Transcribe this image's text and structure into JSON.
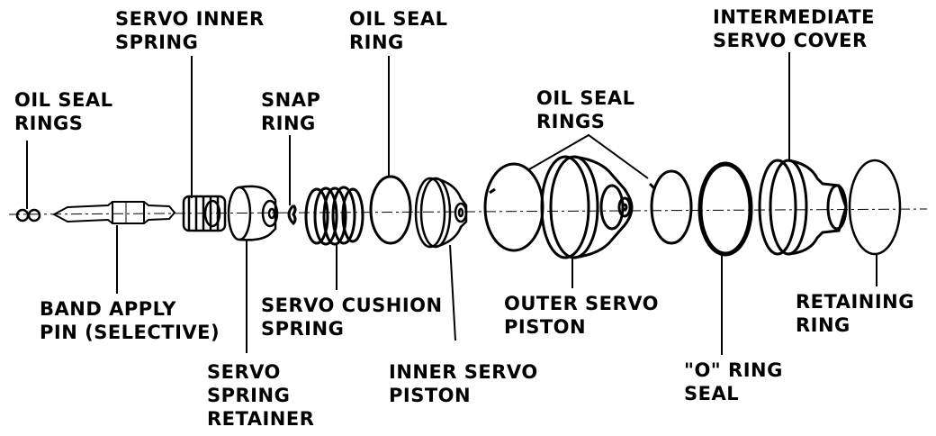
{
  "diagram": {
    "ink_color": "#000000",
    "background_color": "#ffffff",
    "labels": {
      "oil_seal_rings_left": [
        "OIL SEAL",
        "RINGS"
      ],
      "servo_inner_spring": [
        "SERVO INNER",
        "SPRING"
      ],
      "snap_ring": [
        "SNAP",
        "RING"
      ],
      "oil_seal_ring": [
        "OIL SEAL",
        "RING"
      ],
      "oil_seal_rings_center": [
        "OIL SEAL",
        "RINGS"
      ],
      "intermediate_servo_cover": [
        "INTERMEDIATE",
        "SERVO COVER"
      ],
      "band_apply_pin": [
        "BAND APPLY",
        "PIN (SELECTIVE)"
      ],
      "servo_cushion_spring": [
        "SERVO CUSHION",
        "SPRING"
      ],
      "outer_servo_piston": [
        "OUTER SERVO",
        "PISTON"
      ],
      "retaining_ring": [
        "RETAINING",
        "RING"
      ],
      "servo_spring_retainer": [
        "SERVO",
        "SPRING",
        "RETAINER"
      ],
      "inner_servo_piston": [
        "INNER SERVO",
        "PISTON"
      ],
      "o_ring_seal": [
        "\"O\" RING",
        "SEAL"
      ]
    }
  }
}
